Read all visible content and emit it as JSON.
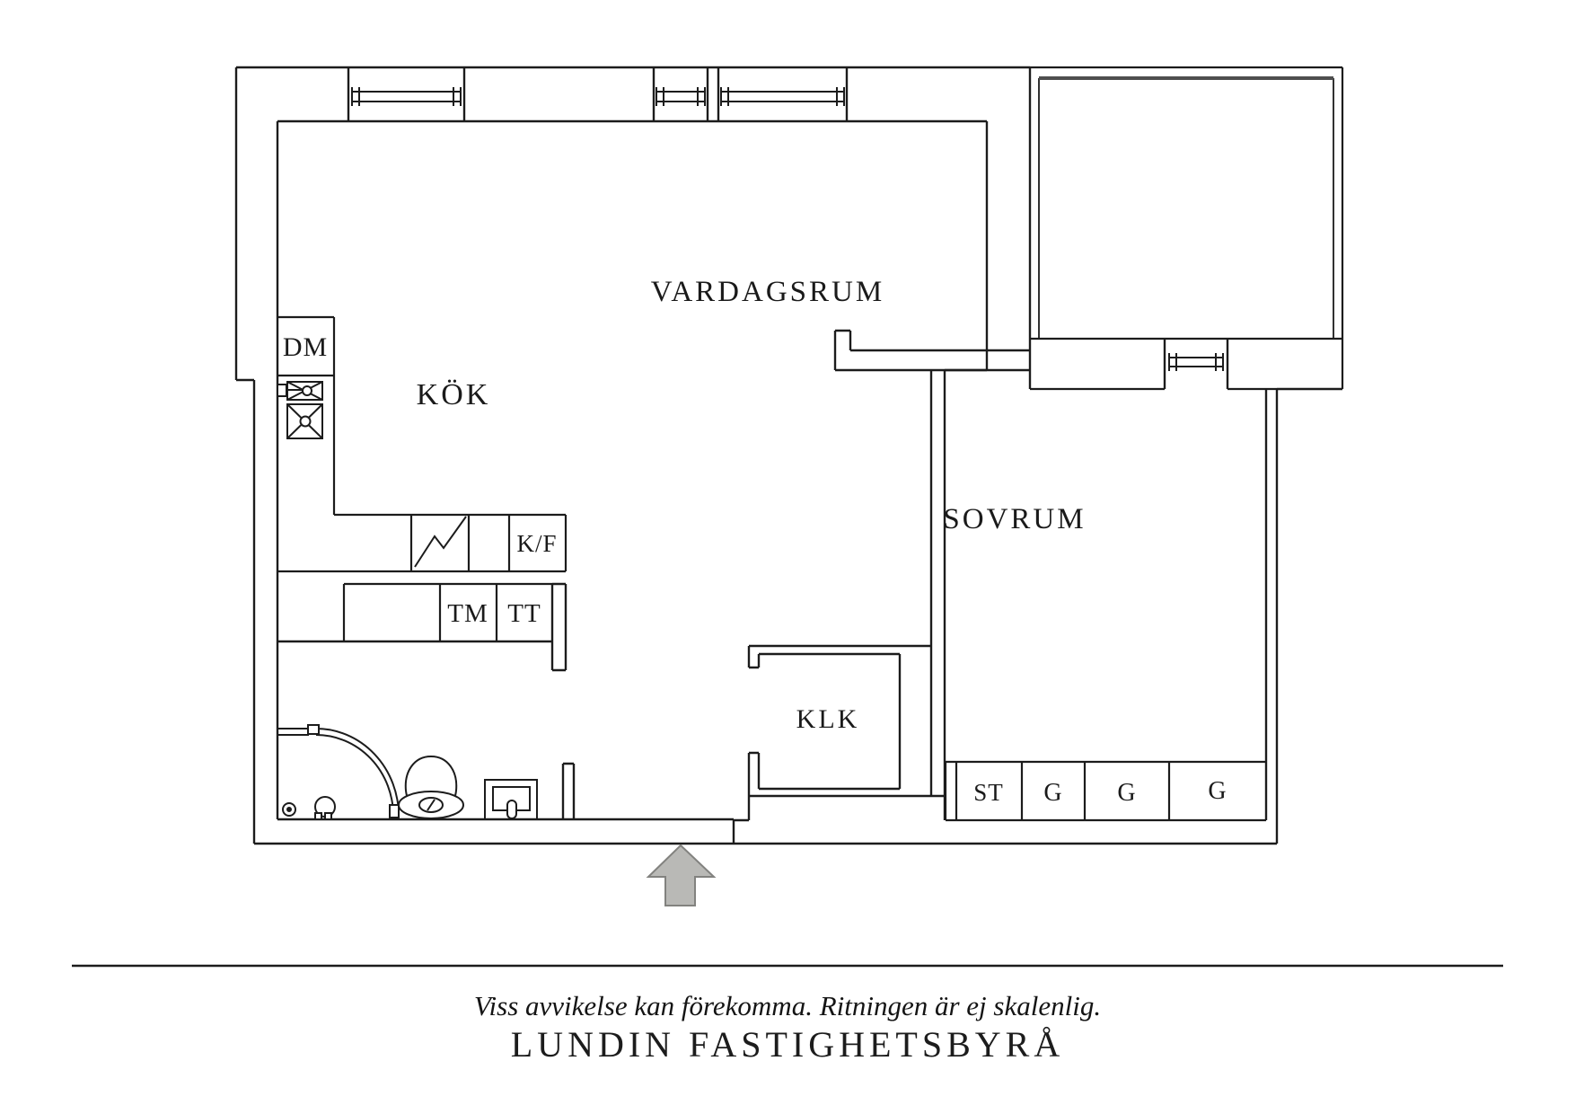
{
  "floorplan": {
    "rooms": {
      "living_room": "VARDAGSRUM",
      "kitchen": "KÖK",
      "bedroom": "SOVRUM",
      "closet": "KLK"
    },
    "fixtures": {
      "dishwasher": "DM",
      "fridge_freezer": "K/F",
      "washing_machine": "TM",
      "tumble_dryer": "TT"
    },
    "wardrobes": {
      "st": "ST",
      "g1": "G",
      "g2": "G",
      "g3": "G"
    },
    "colors": {
      "line": "#1c1c1c",
      "balcony_rail": "#4f4f4f",
      "arrow_fill": "#b9b9b6",
      "arrow_stroke": "#82827f"
    }
  },
  "footer": {
    "disclaimer": "Viss avvikelse kan förekomma. Ritningen är ej skalenlig.",
    "brand": "LUNDIN FASTIGHETSBYRÅ"
  }
}
